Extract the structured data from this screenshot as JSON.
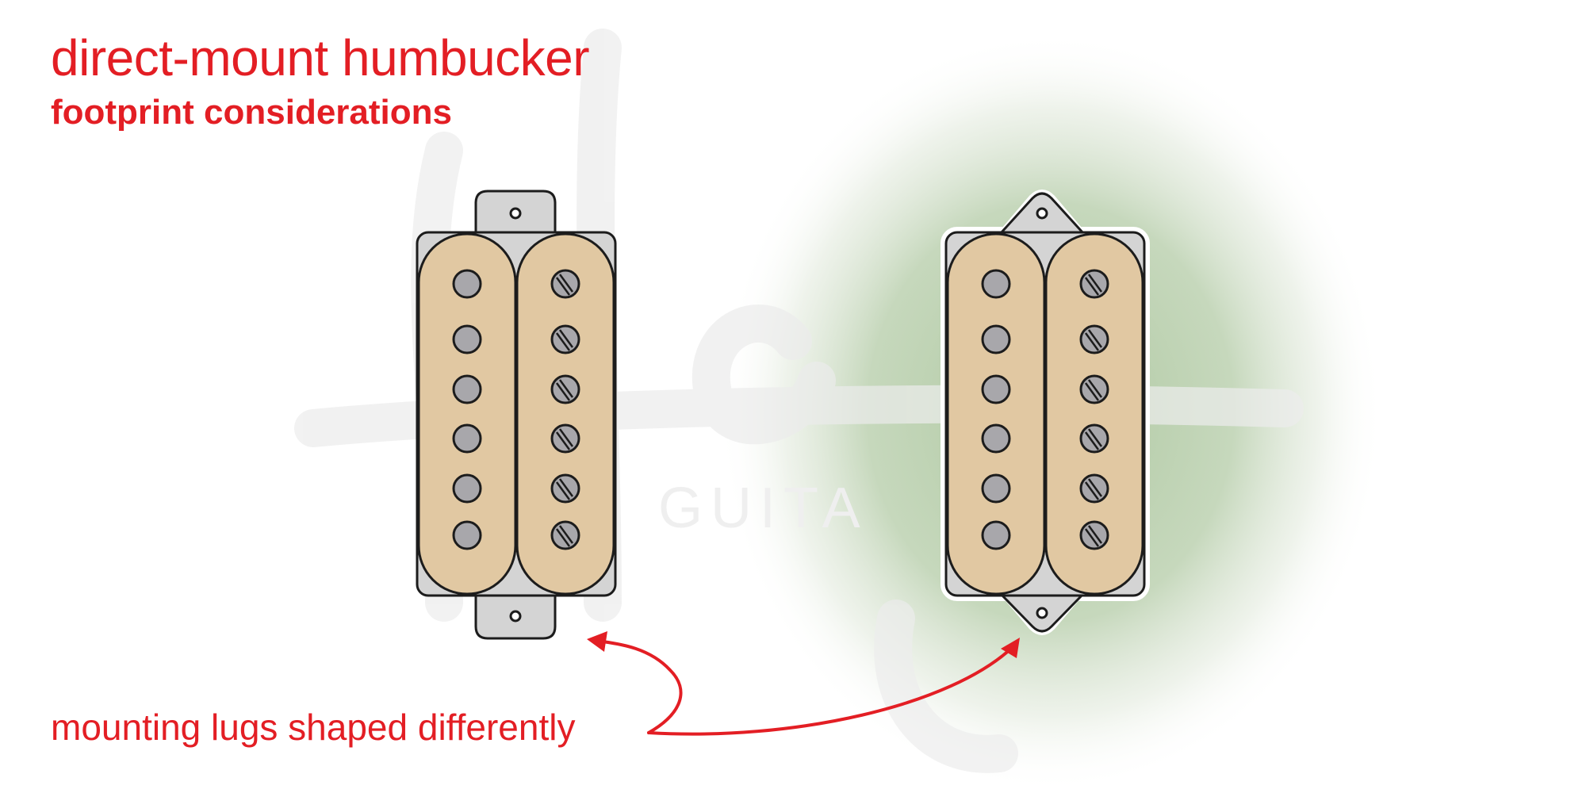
{
  "title": "direct-mount humbucker",
  "subtitle": "footprint considerations",
  "annotation": "mounting lugs shaped differently",
  "colors": {
    "accent_red": "#e31e24",
    "bobbin_cream": "#e1c8a2",
    "base_grey": "#d4d4d4",
    "pole_grey": "#a8a7ab",
    "outline": "#1c1c1c",
    "glow_green": "#a9c49b"
  },
  "pickups": [
    {
      "id": "left",
      "lug_style": "rectangular",
      "poles_per_coil": 6,
      "left_coil": "slug",
      "right_coil": "screw"
    },
    {
      "id": "right",
      "lug_style": "triangular",
      "poles_per_coil": 6,
      "left_coil": "slug",
      "right_coil": "screw"
    }
  ]
}
